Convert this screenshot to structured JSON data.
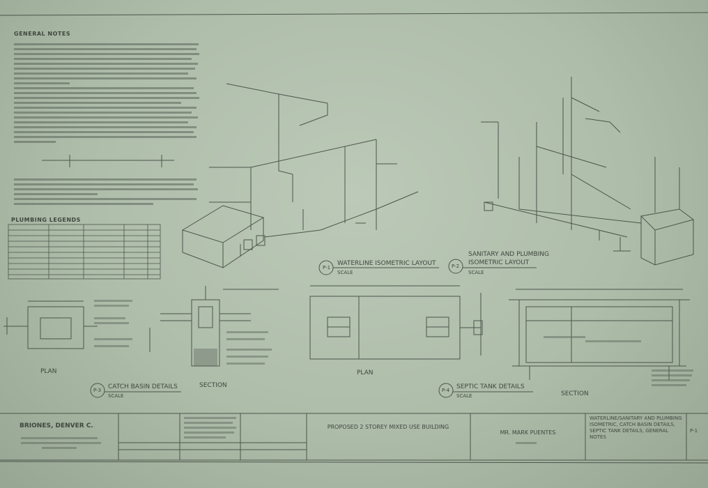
{
  "general_notes": {
    "title": "GENERAL NOTES"
  },
  "plumbing_legend": {
    "title": "PLUMBING LEGENDS"
  },
  "views": {
    "waterline_iso": {
      "code": "P-1",
      "title": "WATERLINE ISOMETRIC LAYOUT",
      "scale": "SCALE"
    },
    "sanitary_iso": {
      "code": "P-2",
      "title_line1": "SANITARY AND PLUMBING",
      "title_line2": "ISOMETRIC LAYOUT",
      "scale": "SCALE"
    },
    "catch_basin": {
      "code": "P-3",
      "title": "CATCH BASIN DETAILS",
      "scale": "SCALE",
      "plan_label": "PLAN",
      "section_label": "SECTION"
    },
    "septic_tank": {
      "code": "P-4",
      "title": "SEPTIC TANK DETAILS",
      "scale": "SCALE",
      "plan_label": "PLAN",
      "section_label": "SECTION"
    }
  },
  "title_block": {
    "designer": "BRIONES, DENVER C.",
    "project": "PROPOSED 2 STOREY MIXED USE BUILDING",
    "owner": "MR. MARK PUENTES",
    "sheet_contents": "WATERLINE/SANITARY AND PLUMBING ISOMETRIC, CATCH BASIN DETAILS, SEPTIC TANK DETAILS, GENERAL NOTES",
    "sheet_no": "P-1"
  }
}
